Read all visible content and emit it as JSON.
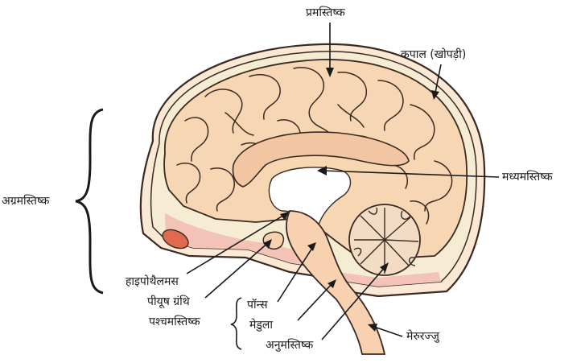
{
  "labels": {
    "cerebrum": "प्रमस्तिष्क",
    "cranium": "कपाल (खोपड़ी)",
    "midbrain": "मध्यमस्तिष्क",
    "forebrain": "अग्रमस्तिष्क",
    "hypothalamus": "हाइपोथैलमस",
    "pituitary": "पीयूष ग्रंथि",
    "hindbrain": "पश्चमस्तिष्क",
    "pons": "पॉन्स",
    "medulla": "मेडुला",
    "cerebellum": "अनुमस्तिष्क",
    "spinal_cord": "मेरुरज्जु"
  },
  "colors": {
    "outline": "#3a2a22",
    "skull": "#f6e9c8",
    "scalp": "#fbe6d0",
    "brain": "#f6d6b3",
    "brainstem": "#f8d2b0",
    "corpus": "#f2c5a3",
    "ventricle": "#ffffff",
    "sinus": "#e06a4e",
    "band": "#f2c3b6"
  }
}
